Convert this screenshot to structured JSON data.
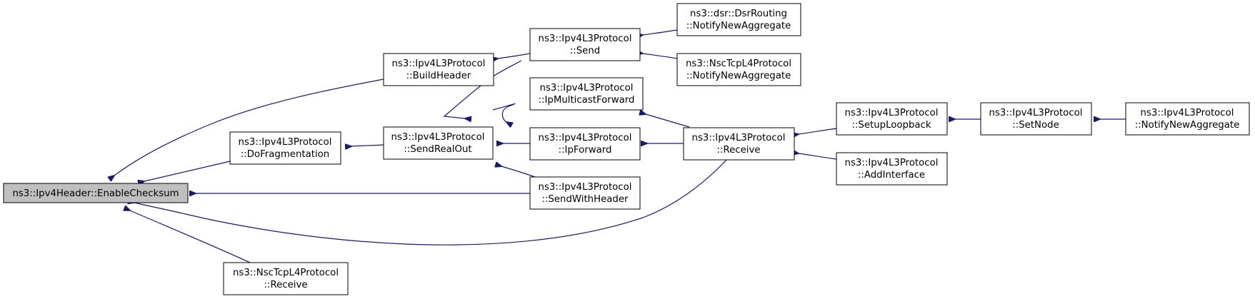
{
  "colors": {
    "edge": "#191970",
    "root_fill": "#bfbfbf",
    "node_fill": "#ffffff",
    "border": "#000000"
  },
  "nodes": {
    "enable_checksum": {
      "lines": [
        "ns3::Ipv4Header::EnableChecksum"
      ]
    },
    "build_header": {
      "lines": [
        "ns3::Ipv4L3Protocol",
        "::BuildHeader"
      ]
    },
    "do_fragmentation": {
      "lines": [
        "ns3::Ipv4L3Protocol",
        "::DoFragmentation"
      ]
    },
    "nsc_receive": {
      "lines": [
        "ns3::NscTcpL4Protocol",
        "::Receive"
      ]
    },
    "send_real_out": {
      "lines": [
        "ns3::Ipv4L3Protocol",
        "::SendRealOut"
      ]
    },
    "send": {
      "lines": [
        "ns3::Ipv4L3Protocol",
        "::Send"
      ]
    },
    "ip_multicast_forward": {
      "lines": [
        "ns3::Ipv4L3Protocol",
        "::IpMulticastForward"
      ]
    },
    "ip_forward": {
      "lines": [
        "ns3::Ipv4L3Protocol",
        "::IpForward"
      ]
    },
    "send_with_header": {
      "lines": [
        "ns3::Ipv4L3Protocol",
        "::SendWithHeader"
      ]
    },
    "dsr_notify": {
      "lines": [
        "ns3::dsr::DsrRouting",
        "::NotifyNewAggregate"
      ]
    },
    "nsc_notify": {
      "lines": [
        "ns3::NscTcpL4Protocol",
        "::NotifyNewAggregate"
      ]
    },
    "receive": {
      "lines": [
        "ns3::Ipv4L3Protocol",
        "::Receive"
      ]
    },
    "setup_loopback": {
      "lines": [
        "ns3::Ipv4L3Protocol",
        "::SetupLoopback"
      ]
    },
    "add_interface": {
      "lines": [
        "ns3::Ipv4L3Protocol",
        "::AddInterface"
      ]
    },
    "set_node": {
      "lines": [
        "ns3::Ipv4L3Protocol",
        "::SetNode"
      ]
    },
    "ipv4l3_notify": {
      "lines": [
        "ns3::Ipv4L3Protocol",
        "::NotifyNewAggregate"
      ]
    }
  },
  "edges": [
    {
      "from": "build_header",
      "to": "enable_checksum"
    },
    {
      "from": "do_fragmentation",
      "to": "enable_checksum"
    },
    {
      "from": "send_with_header",
      "to": "enable_checksum"
    },
    {
      "from": "receive",
      "to": "enable_checksum"
    },
    {
      "from": "nsc_receive",
      "to": "enable_checksum"
    },
    {
      "from": "send",
      "to": "build_header"
    },
    {
      "from": "send_real_out",
      "to": "do_fragmentation"
    },
    {
      "from": "send",
      "to": "send_real_out"
    },
    {
      "from": "ip_multicast_forward",
      "to": "send_real_out"
    },
    {
      "from": "ip_forward",
      "to": "send_real_out"
    },
    {
      "from": "send_with_header",
      "to": "send_real_out"
    },
    {
      "from": "dsr_notify",
      "to": "send"
    },
    {
      "from": "nsc_notify",
      "to": "send"
    },
    {
      "from": "receive",
      "to": "ip_multicast_forward"
    },
    {
      "from": "receive",
      "to": "ip_forward"
    },
    {
      "from": "setup_loopback",
      "to": "receive"
    },
    {
      "from": "add_interface",
      "to": "receive"
    },
    {
      "from": "set_node",
      "to": "setup_loopback"
    },
    {
      "from": "ipv4l3_notify",
      "to": "set_node"
    }
  ]
}
